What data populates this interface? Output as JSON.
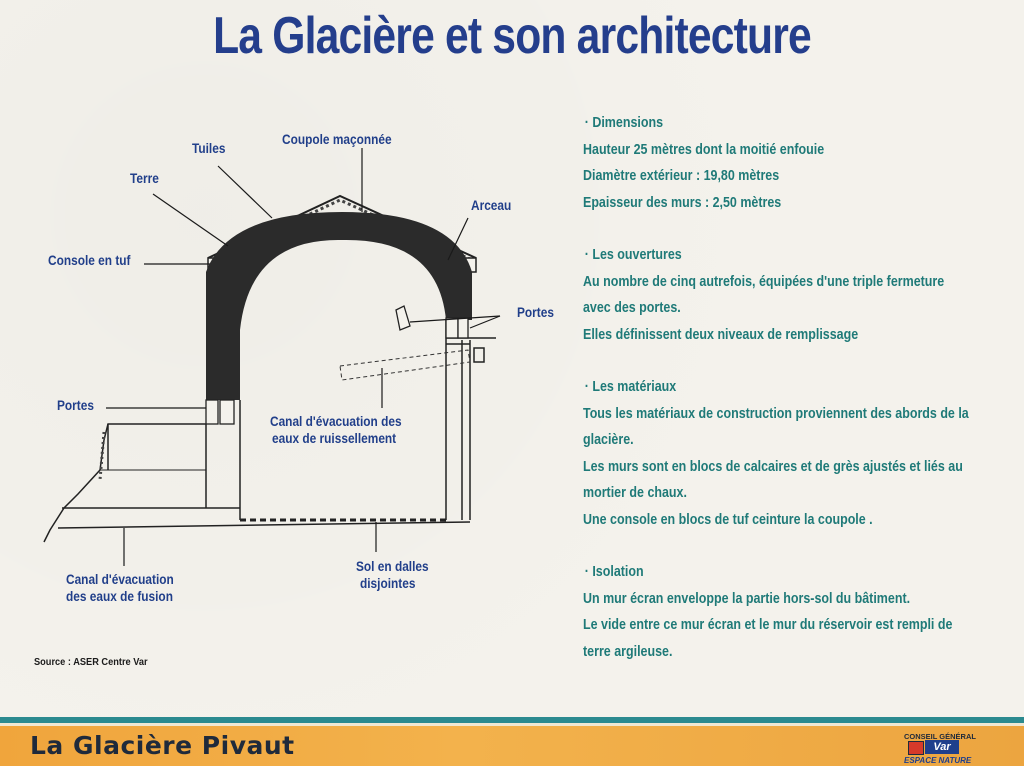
{
  "title": "La Glacière et son architecture",
  "diagram": {
    "labels": {
      "tuiles": "Tuiles",
      "coupole": "Coupole maçonnée",
      "terre": "Terre",
      "arceau": "Arceau",
      "console": "Console en tuf",
      "portes_right": "Portes",
      "portes_left": "Portes",
      "canal_ruissellement_1": "Canal d'évacuation des",
      "canal_ruissellement_2": "eaux de ruissellement",
      "canal_fusion_1": "Canal d'évacuation",
      "canal_fusion_2": "des eaux de fusion",
      "sol_1": "Sol en dalles",
      "sol_2": "disjointes"
    },
    "source": "Source : ASER Centre Var"
  },
  "sections": {
    "dimensions": {
      "heading": "· Dimensions",
      "lines": [
        "Hauteur 25 mètres dont la moitié enfouie",
        "Diamètre extérieur : 19,80 mètres",
        "Epaisseur des murs : 2,50 mètres"
      ]
    },
    "ouvertures": {
      "heading": "· Les ouvertures",
      "lines": [
        "Au nombre de cinq autrefois, équipées d'une triple fermeture",
        "avec des portes.",
        "Elles définissent deux niveaux de remplissage"
      ]
    },
    "materiaux": {
      "heading": "· Les matériaux",
      "lines": [
        "Tous les matériaux de construction proviennent des abords de la",
        "glacière.",
        "Les murs sont en blocs de calcaires et de grès ajustés et liés au",
        "mortier de chaux.",
        "Une console en blocs de tuf ceinture la coupole ."
      ]
    },
    "isolation": {
      "heading": "· Isolation",
      "lines": [
        "Un mur écran enveloppe la partie hors-sol du bâtiment.",
        "Le vide entre ce mur écran et le mur du réservoir est rempli de",
        "terre argileuse."
      ]
    }
  },
  "footer": {
    "title": "La Glacière Pivaut",
    "logo_top": "CONSEIL GÉNÉRAL",
    "logo_var": "Var",
    "logo_bottom": "ESPACE NATURE"
  },
  "colors": {
    "title": "#243e8c",
    "labels": "#213f8a",
    "body_text": "#1f7a78",
    "footer": "#f0a53c",
    "stripe": "#2b8a8f"
  }
}
